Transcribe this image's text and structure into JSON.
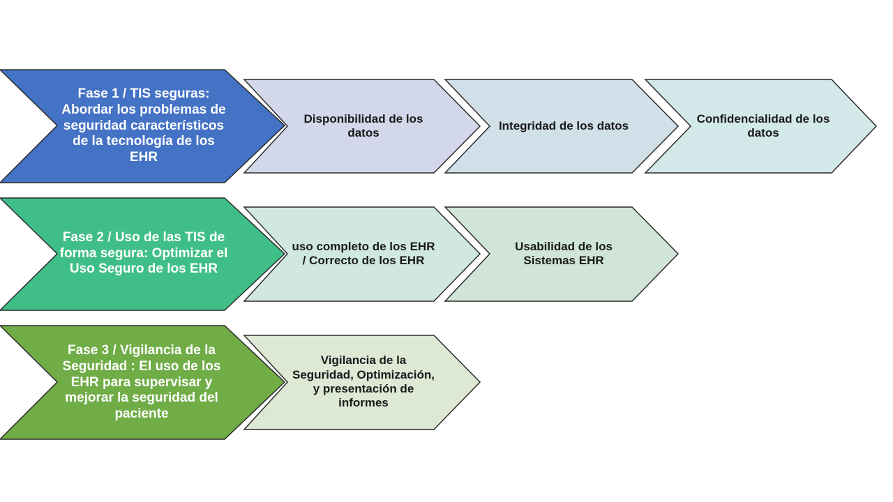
{
  "colors": {
    "phase1": "#4472c4",
    "phase1_sub": [
      "#d3d7ea",
      "#d0dfe8",
      "#d2e8e9"
    ],
    "phase2": "#3fbf87",
    "phase2_sub": [
      "#d0e8e0",
      "#d0e5d7"
    ],
    "phase3": "#70ad47",
    "phase3_sub": [
      "#dde8d5"
    ],
    "outline": "#2b2b2b"
  },
  "phases": [
    {
      "title": "Fase 1 / TIS seguras: Abordar los problemas de seguridad característicos de la tecnología de los EHR",
      "items": [
        "Disponibilidad de los datos",
        "Integridad de los datos",
        "Confidencialidad de los datos"
      ]
    },
    {
      "title": "Fase 2 / Uso de las TIS de forma segura: Optimizar el Uso Seguro de los EHR",
      "items": [
        "uso completo de los EHR / Correcto de los EHR",
        "Usabilidad de los Sistemas EHR"
      ]
    },
    {
      "title": "Fase 3 / Vigilancia de la Seguridad : El uso de los EHR para supervisar y mejorar la seguridad del paciente",
      "items": [
        "Vigilancia de la Seguridad, Optimización, y presentación de informes"
      ]
    }
  ]
}
